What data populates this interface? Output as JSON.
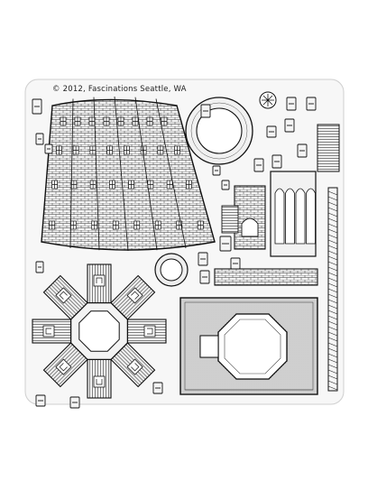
{
  "sheet": {
    "copyright": "© 2012, Fascinations Seattle, WA",
    "colors": {
      "background": "#ffffff",
      "plate": "#f7f7f7",
      "line": "#1a1a1a"
    },
    "parts": [
      {
        "name": "curved-wall-panel",
        "icon": "brick-wall-with-windows"
      },
      {
        "name": "round-ring",
        "icon": "ring"
      },
      {
        "name": "octagon-star-base",
        "icon": "octagon-with-eight-arms"
      },
      {
        "name": "square-base-plate",
        "icon": "square-with-octagon-cutout"
      },
      {
        "name": "arched-wall-strip",
        "icon": "arches"
      },
      {
        "name": "ladder-strip",
        "icon": "lattice-strip"
      },
      {
        "name": "small-tabs",
        "icon": "tabs"
      }
    ]
  }
}
